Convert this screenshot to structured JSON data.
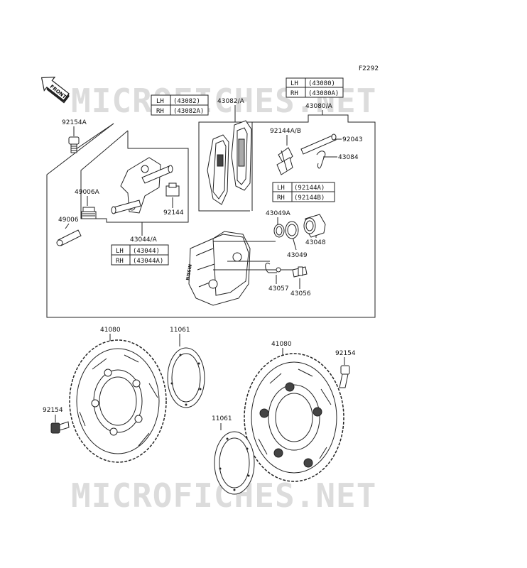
{
  "figure_code": "F2292",
  "front_arrow": "FRONT",
  "watermark": "MICROFICHES.NET",
  "callouts": {
    "p43082": "43082/A",
    "p43080": "43080/A",
    "p92154A": "92154A",
    "p92144AB": "92144A/B",
    "p92043": "92043",
    "p43084": "43084",
    "p49006A": "49006A",
    "p49006": "49006",
    "p92144": "92144",
    "p43044": "43044/A",
    "p43049A": "43049A",
    "p43049": "43049",
    "p43048": "43048",
    "p43057": "43057",
    "p43056": "43056",
    "p41080_left": "41080",
    "p11061_top": "11061",
    "p41080_right": "41080",
    "p92154_right": "92154",
    "p92154_left": "92154",
    "p11061_bottom": "11061"
  },
  "side_tables": {
    "t43082": [
      {
        "side": "LH",
        "part": "(43082)"
      },
      {
        "side": "RH",
        "part": "(43082A)"
      }
    ],
    "t43080": [
      {
        "side": "LH",
        "part": "(43080)"
      },
      {
        "side": "RH",
        "part": "(43080A)"
      }
    ],
    "t92144": [
      {
        "side": "LH",
        "part": "(92144A)"
      },
      {
        "side": "RH",
        "part": "(92144B)"
      }
    ],
    "t43044": [
      {
        "side": "LH",
        "part": "(43044)"
      },
      {
        "side": "RH",
        "part": "(43044A)"
      }
    ]
  }
}
